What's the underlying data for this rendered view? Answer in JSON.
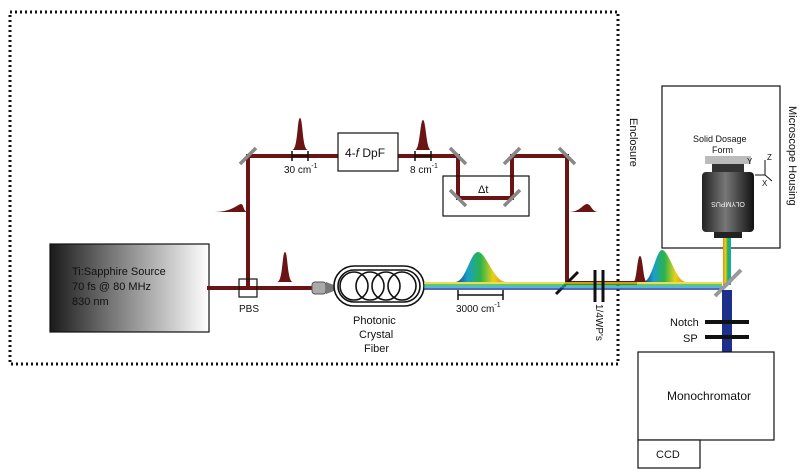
{
  "labels": {
    "source_line1": "Ti:Sapphire Source",
    "source_line2": "70 fs @ 80 MHz",
    "source_line3": "830 nm",
    "pbs": "PBS",
    "filter_prefix": "4-",
    "filter_f": "f",
    "filter_suffix": " DpF",
    "bw_30": "30 cm",
    "bw_8": "8 cm",
    "bw_exp": "-1",
    "delay": "Δt",
    "fiber_line1": "Photonic",
    "fiber_line2": "Crystal",
    "fiber_line3": "Fiber",
    "bw_3000": "3000 cm",
    "waveplates": "1/4WP's",
    "enclosure": "Enclosure",
    "microscope_housing": "Microscope Housing",
    "sample_line1": "Solid Dosage",
    "sample_line2": "Form",
    "axis_y": "Y",
    "axis_z": "Z",
    "axis_x": "X",
    "objective_text": "OLYMPUS",
    "notch": "Notch",
    "sp": "SP",
    "monochromator": "Monochromator",
    "ccd": "CCD"
  },
  "colors": {
    "beam": "#6b1414",
    "spectrum": [
      "#1f3a93",
      "#1aa0c8",
      "#2bb34a",
      "#e8d21a",
      "#e8871a"
    ],
    "signal_beam": "#1c2f8a"
  }
}
